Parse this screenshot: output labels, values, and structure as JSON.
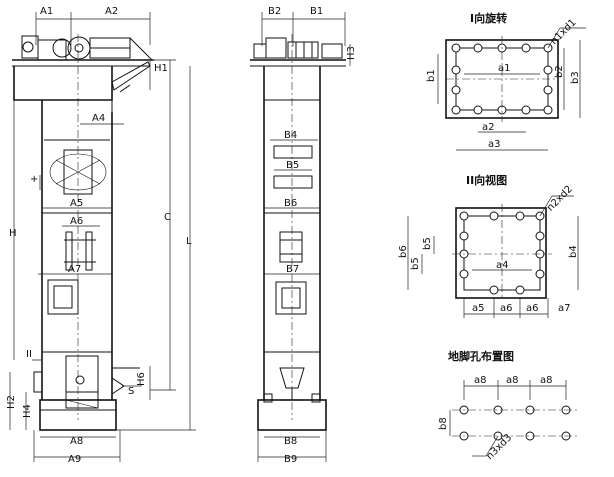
{
  "views": {
    "front": {
      "top_labels": [
        "A1",
        "A2"
      ],
      "side_labels": [
        "H1",
        "A4",
        "A5",
        "A6",
        "A7",
        "H6",
        "A8",
        "A9",
        "H",
        "H2",
        "H4",
        "C",
        "L",
        "II"
      ]
    },
    "side": {
      "labels": [
        "B2",
        "B1",
        "H3",
        "B4",
        "B5",
        "B6",
        "B7",
        "B8",
        "B9"
      ]
    }
  },
  "detail_1": {
    "title": "I向旋转",
    "labels": [
      "n1xd1",
      "a1",
      "b1",
      "b2",
      "b3",
      "a2",
      "a3"
    ]
  },
  "detail_2": {
    "title": "II向视图",
    "labels": [
      "n2xd2",
      "b4",
      "b5",
      "b6",
      "a4",
      "a5",
      "a6",
      "a7"
    ]
  },
  "detail_3": {
    "title": "地脚孔布置图",
    "labels": [
      "a8",
      "b8",
      "n3xd3"
    ]
  }
}
